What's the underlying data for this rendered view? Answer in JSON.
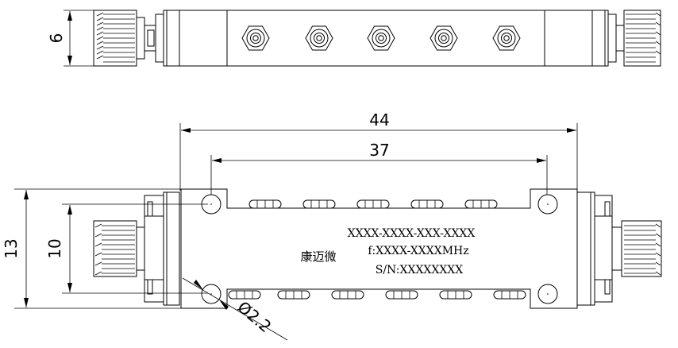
{
  "dimensions": {
    "height_top": "6",
    "overall_length": "44",
    "hole_spacing": "37",
    "overall_width": "13",
    "inner_width": "10",
    "hole_diameter": "Ø2.2"
  },
  "label": {
    "model": "XXXX-XXXX-XXX-XXXX",
    "frequency": "f:XXXX-XXXXMHz",
    "serial": "S/N:XXXXXXXX",
    "brand": "康迈微"
  },
  "features": {
    "tuning_nuts": 5,
    "top_slots": 5,
    "bottom_slots": 6
  }
}
